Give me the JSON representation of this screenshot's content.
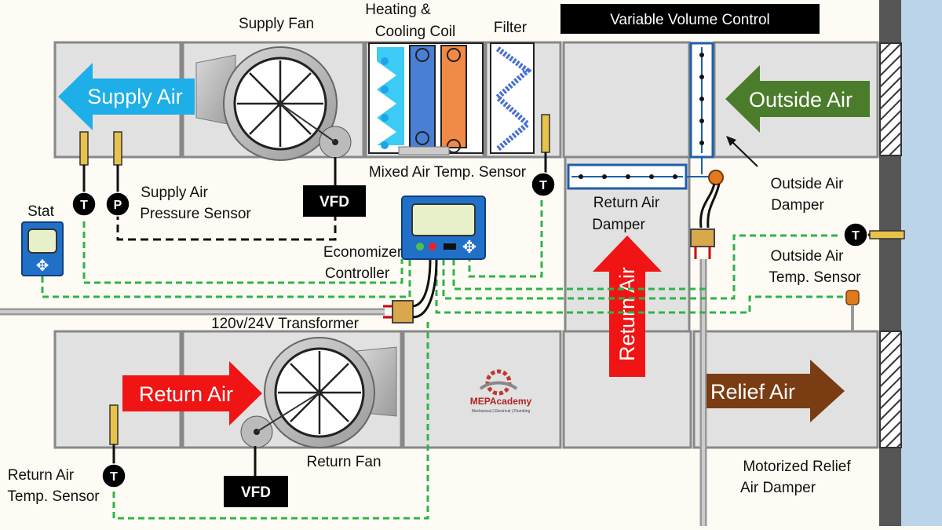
{
  "header": {
    "title": "Variable Volume Control"
  },
  "labels": {
    "supply_fan": "Supply Fan",
    "heating_cooling_1": "Heating &",
    "heating_cooling_2": "Cooling Coil",
    "filter": "Filter",
    "mixed_air_sensor": "Mixed Air Temp. Sensor",
    "return_air_damper_1": "Return Air",
    "return_air_damper_2": "Damper",
    "outside_air_damper_1": "Outside Air",
    "outside_air_damper_2": "Damper",
    "outside_air_sensor_1": "Outside Air",
    "outside_air_sensor_2": "Temp. Sensor",
    "supply_pressure_1": "Supply Air",
    "supply_pressure_2": "Pressure Sensor",
    "stat": "Stat",
    "economizer_1": "Economizer",
    "economizer_2": "Controller",
    "transformer": "120v/24V Transformer",
    "return_fan": "Return Fan",
    "return_air_sensor_1": "Return Air",
    "return_air_sensor_2": "Temp. Sensor",
    "relief_damper_1": "Motorized Relief",
    "relief_damper_2": "Air Damper",
    "vfd_supply": "VFD",
    "vfd_return": "VFD"
  },
  "arrows": {
    "supply_air": "Supply Air",
    "outside_air": "Outside Air",
    "return_air_top": "Return Air",
    "return_air_bottom": "Return Air",
    "relief_air": "Relief Air"
  },
  "sensors": {
    "t": "T",
    "p": "P"
  },
  "logo": {
    "name": "MEPAcademy",
    "tagline": "Mechanical | Electrical | Plumbing"
  },
  "colors": {
    "supply_arrow": "#1eaee8",
    "outside_arrow": "#4a7c2c",
    "return_arrow": "#f01414",
    "relief_arrow": "#7a3c12",
    "control_wire": "#2fb34a",
    "wall": "#bcd4ea"
  }
}
